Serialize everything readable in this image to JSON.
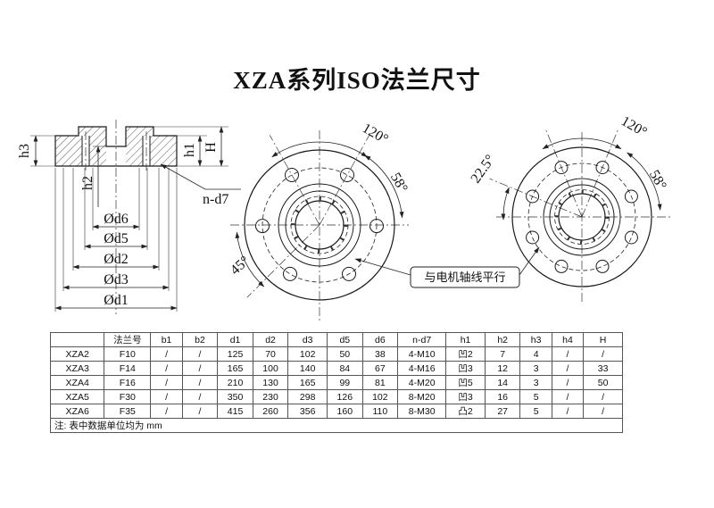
{
  "title": "XZA系列ISO法兰尺寸",
  "section": {
    "h3": "h3",
    "h2": "h2",
    "h1": "h1",
    "H": "H",
    "n_d7": "n-d7",
    "d6": "Ød6",
    "d5": "Ød5",
    "d2": "Ød2",
    "d3": "Ød3",
    "d1": "Ød1"
  },
  "left_view": {
    "angle_top": "120°",
    "angle_right": "58°",
    "angle_bottom": "45°"
  },
  "right_view": {
    "angle_top": "120°",
    "angle_right": "58°",
    "angle_left": "22.5°"
  },
  "callout": {
    "text": "与电机轴线平行"
  },
  "table": {
    "headers": [
      "",
      "法兰号",
      "b1",
      "b2",
      "d1",
      "d2",
      "d3",
      "d5",
      "d6",
      "n-d7",
      "h1",
      "h2",
      "h3",
      "h4",
      "H"
    ],
    "rows": [
      [
        "XZA2",
        "F10",
        "/",
        "/",
        "125",
        "70",
        "102",
        "50",
        "38",
        "4-M10",
        "凹2",
        "7",
        "4",
        "/",
        "/"
      ],
      [
        "XZA3",
        "F14",
        "/",
        "/",
        "165",
        "100",
        "140",
        "84",
        "67",
        "4-M16",
        "凹3",
        "12",
        "3",
        "/",
        "33"
      ],
      [
        "XZA4",
        "F16",
        "/",
        "/",
        "210",
        "130",
        "165",
        "99",
        "81",
        "4-M20",
        "凹5",
        "14",
        "3",
        "/",
        "50"
      ],
      [
        "XZA5",
        "F30",
        "/",
        "/",
        "350",
        "230",
        "298",
        "126",
        "102",
        "8-M20",
        "凹3",
        "16",
        "5",
        "/",
        "/"
      ],
      [
        "XZA6",
        "F35",
        "/",
        "/",
        "415",
        "260",
        "356",
        "160",
        "110",
        "8-M30",
        "凸2",
        "27",
        "5",
        "/",
        "/"
      ]
    ],
    "note": "注: 表中数据单位均为 mm"
  }
}
